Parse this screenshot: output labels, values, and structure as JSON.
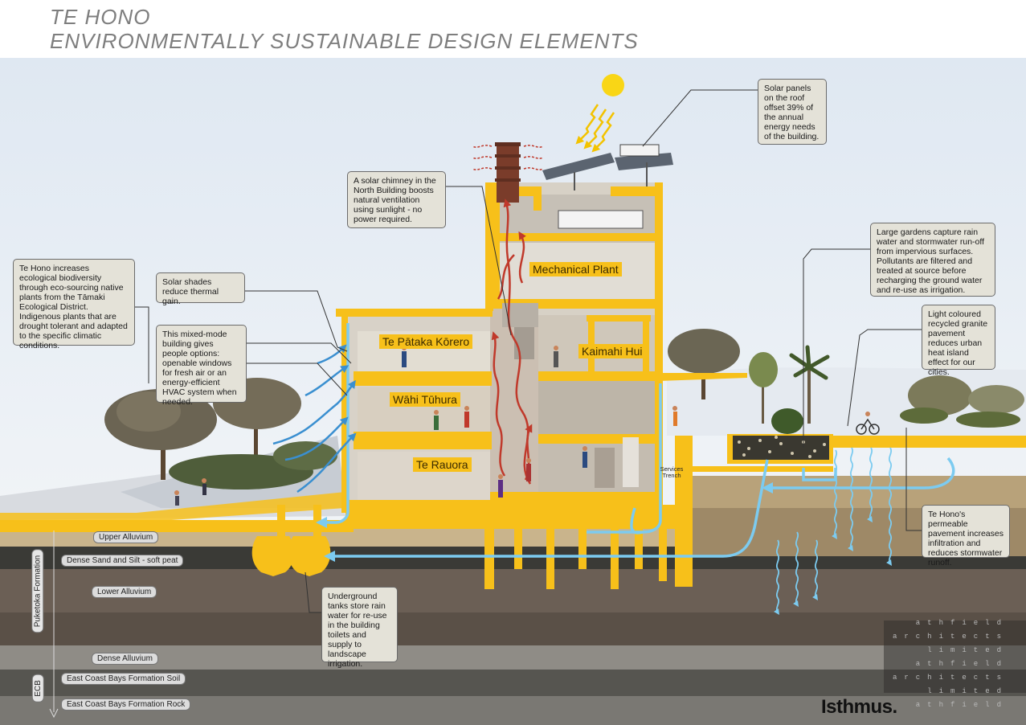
{
  "header": {
    "title_line1": "TE HONO",
    "title_line2": "ENVIRONMENTALLY SUSTAINABLE DESIGN ELEMENTS"
  },
  "rooms": {
    "mechanical_plant": "Mechanical Plant",
    "te_pataka_korero": "Te Pātaka Kōrero",
    "kaimahi_hui": "Kaimahi Hui",
    "wahi_tuhura": "Wāhi Tūhura",
    "te_rauora": "Te Rauora",
    "services_trench": "Services Trench"
  },
  "callouts": {
    "solar_panels": "Solar panels on the roof offset 39% of the annual energy needs of the building.",
    "solar_chimney": "A solar chimney in the North Building boosts natural ventilation using sunlight - no power required.",
    "biodiversity": "Te Hono increases ecological biodiversity through eco-sourcing native plants from the Tāmaki Ecological District. Indigenous plants that are drought tolerant and adapted to the specific climatic conditions.",
    "solar_shades": "Solar shades reduce thermal gain.",
    "mixed_mode": "This mixed-mode building gives people options: openable windows for fresh air or an energy-efficient HVAC system when needed.",
    "large_gardens": "Large gardens capture rain water and stormwater run-off from impervious surfaces. Pollutants are filtered and treated at source before recharging the ground water and re-use as irrigation.",
    "granite": "Light coloured recycled granite pavement reduces urban heat island effect for our cities.",
    "permeable": "Te Hono's permeable pavement increases infiltration and reduces stormwater runoff.",
    "tanks": "Underground tanks store rain water for re-use in the building toilets and supply to landscape irrigation."
  },
  "layers": {
    "upper_alluvium": "Upper Alluvium",
    "dense_sand": "Dense Sand and Silt - soft peat",
    "lower_alluvium": "Lower Alluvium",
    "dense_alluvium": "Dense Alluvium",
    "ecb_soil": "East Coast Bays Formation Soil",
    "ecb_rock": "East Coast Bays Formation Rock",
    "puketoka": "Puketoka Formation",
    "ecb": "ECB"
  },
  "brand": "Isthmus.",
  "watermark": [
    "athfield",
    "architects",
    "limited",
    "athfield",
    "architects",
    "limited",
    "athfield"
  ],
  "colors": {
    "structure": "#f7c01a",
    "water": "#7ccbf0",
    "heat": "#c0392b",
    "sun": "#f9d616",
    "callout_bg": "#e4e2d8",
    "sky": "#e9f0f7"
  }
}
